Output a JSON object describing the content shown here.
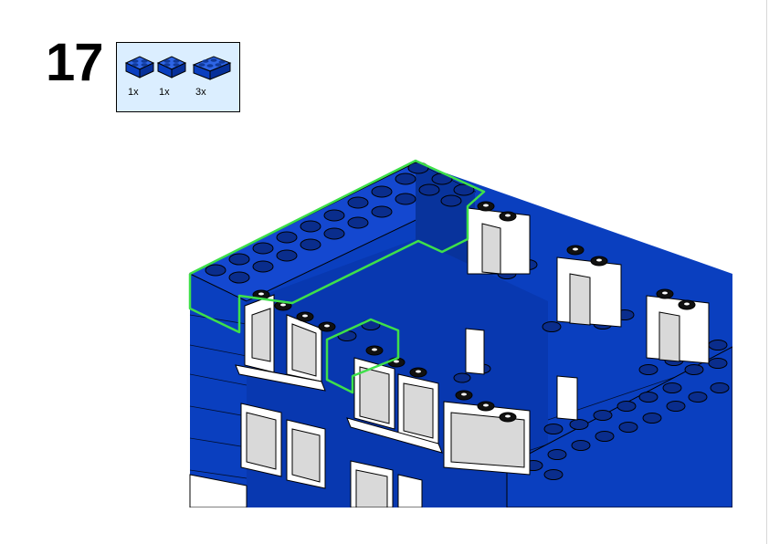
{
  "step": {
    "number": "17"
  },
  "parts": [
    {
      "icon": "blue-brick-2x2-icon",
      "qty": "1x"
    },
    {
      "icon": "blue-brick-2x2-icon",
      "qty": "1x"
    },
    {
      "icon": "blue-brick-2x3-icon",
      "qty": "3x"
    }
  ],
  "colors": {
    "brick_blue": "#0a3fbf",
    "brick_blue_dark": "#062f96",
    "highlight": "#3ee04a",
    "parts_bg": "#dbeeff",
    "window_frame": "#ffffff",
    "window_glass": "#d9d9d9"
  }
}
